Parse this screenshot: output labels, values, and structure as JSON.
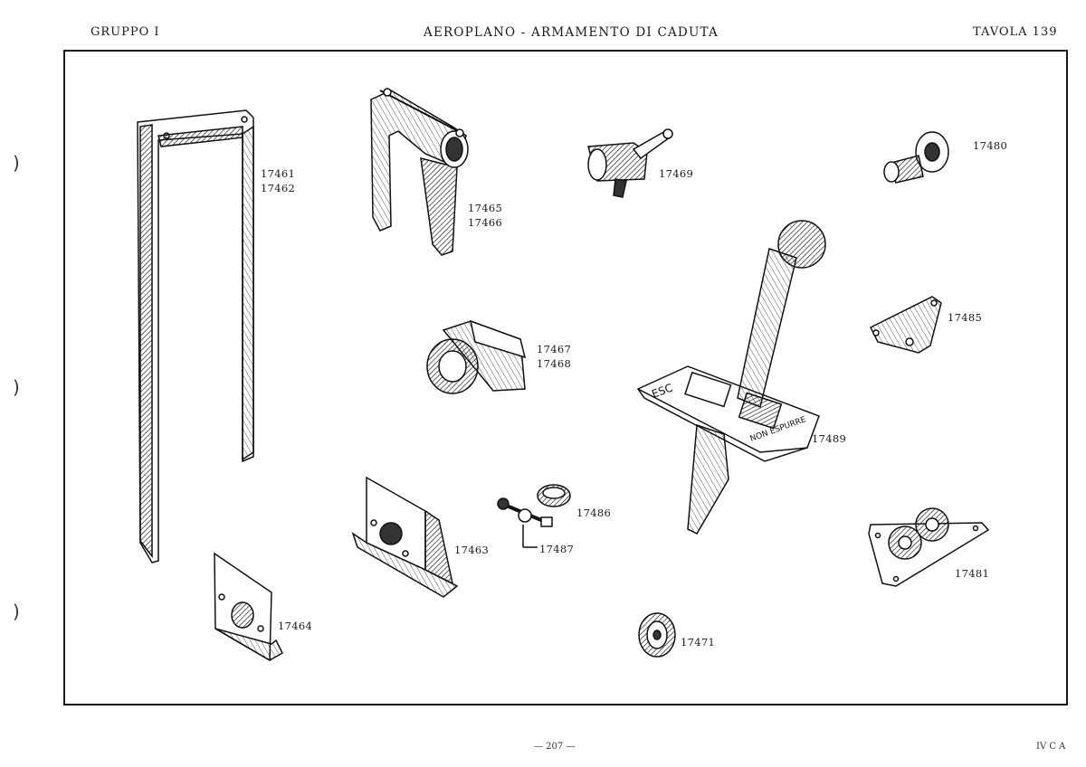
{
  "header": {
    "left": "GRUPPO I",
    "center": "AEROPLANO   - ARMAMENTO DI CADUTA",
    "right": "TAVOLA 139"
  },
  "parts": [
    {
      "id": "p1",
      "labels": [
        "17461",
        "17462"
      ]
    },
    {
      "id": "p2",
      "labels": [
        "17463"
      ]
    },
    {
      "id": "p3",
      "labels": [
        "17464"
      ]
    },
    {
      "id": "p4",
      "labels": [
        "17465",
        "17466"
      ]
    },
    {
      "id": "p5",
      "labels": [
        "17467",
        "17468"
      ]
    },
    {
      "id": "p6",
      "labels": [
        "17469"
      ]
    },
    {
      "id": "p7",
      "labels": [
        "17471"
      ]
    },
    {
      "id": "p8",
      "labels": [
        "17480"
      ]
    },
    {
      "id": "p9",
      "labels": [
        "17481"
      ]
    },
    {
      "id": "p10",
      "labels": [
        "17485"
      ]
    },
    {
      "id": "p11",
      "labels": [
        "17486"
      ]
    },
    {
      "id": "p12",
      "labels": [
        "17487"
      ]
    },
    {
      "id": "p13",
      "labels": [
        "17489"
      ]
    }
  ],
  "plate_markings": {
    "left_mark": "ESC",
    "lever_mark": "NON ESPURRE"
  },
  "footer": {
    "page": "— 207 —",
    "code": "IV C A"
  }
}
